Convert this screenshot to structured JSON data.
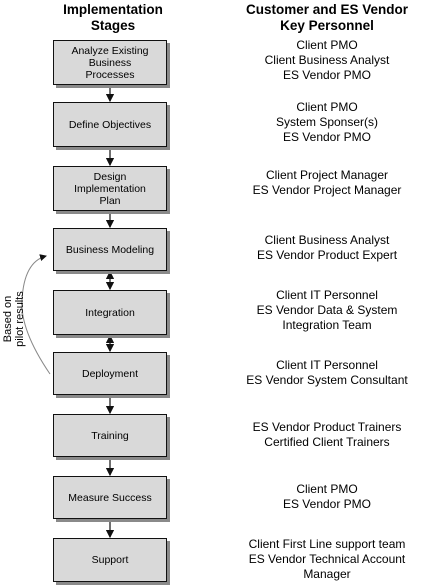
{
  "headers": {
    "stages": "Implementation\nStages",
    "personnel": "Customer and ES Vendor\nKey Personnel"
  },
  "stages": [
    {
      "label": "Analyze Existing\nBusiness\nProcesses",
      "personnel": [
        "Client PMO",
        "Client Business Analyst",
        "ES Vendor PMO"
      ]
    },
    {
      "label": "Define Objectives",
      "personnel": [
        "Client PMO",
        "System Sponser(s)",
        "ES Vendor PMO"
      ]
    },
    {
      "label": "Design\nImplementation\nPlan",
      "personnel": [
        "Client Project Manager",
        "ES Vendor Project Manager"
      ]
    },
    {
      "label": "Business Modeling",
      "personnel": [
        "Client Business Analyst",
        "ES Vendor Product Expert"
      ]
    },
    {
      "label": "Integration",
      "personnel": [
        "Client IT Personnel",
        "ES Vendor Data & System",
        "Integration Team"
      ]
    },
    {
      "label": "Deployment",
      "personnel": [
        "Client IT Personnel",
        "ES Vendor System Consultant"
      ]
    },
    {
      "label": "Training",
      "personnel": [
        "ES Vendor Product Trainers",
        "Certified Client Trainers"
      ]
    },
    {
      "label": "Measure Success",
      "personnel": [
        "Client PMO",
        "ES Vendor PMO"
      ]
    },
    {
      "label": "Support",
      "personnel": [
        "Client First Line support team",
        "ES Vendor Technical Account",
        "Manager"
      ]
    }
  ],
  "feedback_label": "Based on\npilot results"
}
